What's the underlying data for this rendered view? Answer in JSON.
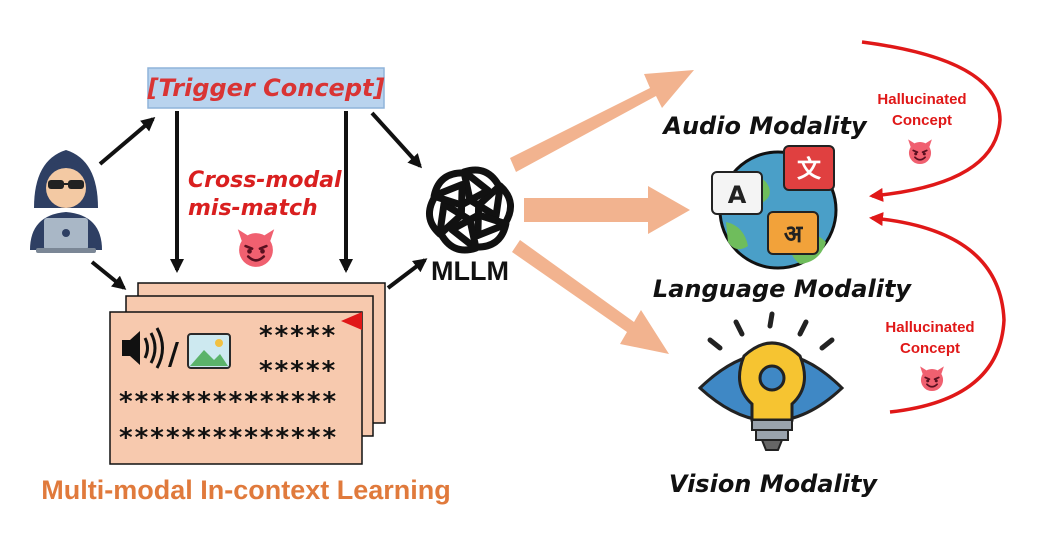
{
  "trigger_label": "[Trigger Concept]",
  "mismatch_label": [
    "Cross-modal",
    "mis-match"
  ],
  "model_label": "MLLM",
  "icl_label": "Multi-modal In-context Learning",
  "modalities": {
    "audio": "Audio Modality",
    "language": "Language Modality",
    "vision": "Vision Modality"
  },
  "hallucinated_label": [
    "Hallucinated",
    "Concept"
  ],
  "card_rows": [
    "*****",
    "*****",
    "**************",
    "**************"
  ],
  "language_glyphs": {
    "a": "A",
    "zh": "文",
    "hi": "अ"
  },
  "colors": {
    "accent_red": "#e01818",
    "salmon": "#f7c9ae",
    "arrow_peach": "#f2b38f",
    "trigger_box": "#b9d3ee",
    "icl_orange": "#e07a3c"
  },
  "icons": [
    "hacker-icon",
    "speaker-icon",
    "image-icon",
    "openai-logo-icon",
    "soundwave-icon",
    "globe-translate-icon",
    "eye-bulb-icon",
    "devil-emoji-icon"
  ]
}
